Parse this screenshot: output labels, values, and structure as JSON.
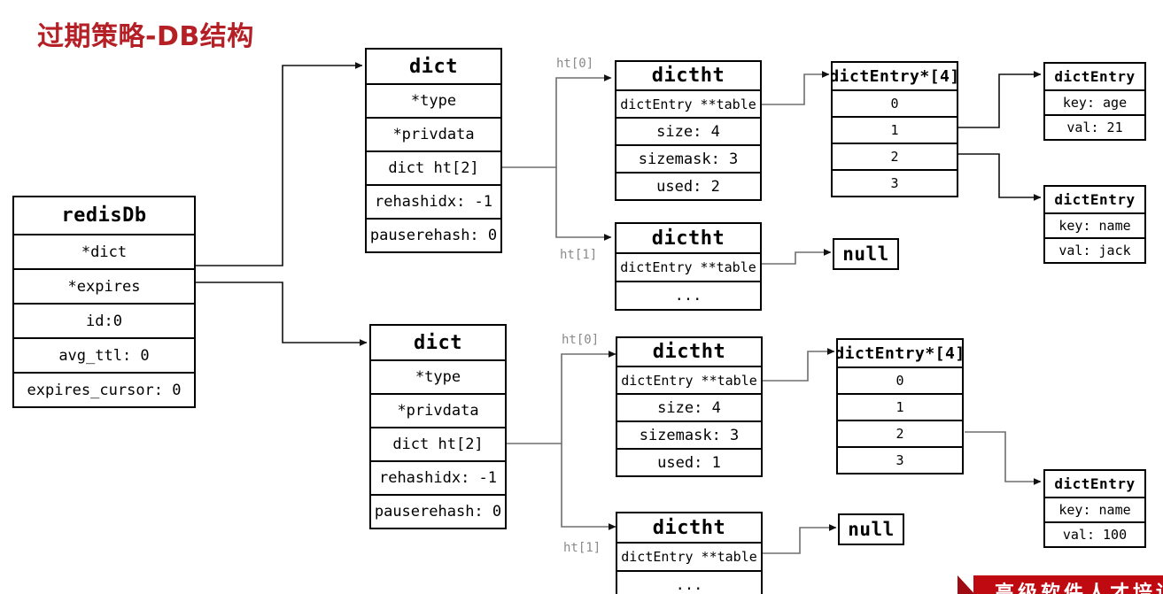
{
  "title": "过期策略-DB结构",
  "banner": {
    "text": "高级软件人才培训"
  },
  "redisdb": {
    "header": "redisDb",
    "fields": [
      "*dict",
      "*expires",
      "id:0",
      "avg_ttl: 0",
      "expires_cursor: 0"
    ]
  },
  "dict_top": {
    "header": "dict",
    "fields": [
      "*type",
      "*privdata",
      "dict ht[2]",
      "rehashidx: -1",
      "pauserehash: 0"
    ]
  },
  "dict_bottom": {
    "header": "dict",
    "fields": [
      "*type",
      "*privdata",
      "dict ht[2]",
      "rehashidx: -1",
      "pauserehash: 0"
    ]
  },
  "dictht_top_ht0": {
    "header": "dictht",
    "table": "dictEntry **table",
    "size": "size: 4",
    "sizemask": "sizemask: 3",
    "used": "used: 2"
  },
  "dictht_top_ht1": {
    "header": "dictht",
    "table": "dictEntry **table",
    "ellipsis": "..."
  },
  "dictht_bottom_ht0": {
    "header": "dictht",
    "table": "dictEntry **table",
    "size": "size: 4",
    "sizemask": "sizemask: 3",
    "used": "used: 1"
  },
  "dictht_bottom_ht1": {
    "header": "dictht",
    "table": "dictEntry **table",
    "ellipsis": "..."
  },
  "array_top": {
    "header": "dictEntry*[4]",
    "slots": [
      "0",
      "1",
      "2",
      "3"
    ]
  },
  "array_bottom": {
    "header": "dictEntry*[4]",
    "slots": [
      "0",
      "1",
      "2",
      "3"
    ]
  },
  "entry_age": {
    "header": "dictEntry",
    "key": "key: age",
    "val": "val: 21"
  },
  "entry_name_jack": {
    "header": "dictEntry",
    "key": "key: name",
    "val": "val: jack"
  },
  "entry_name_100": {
    "header": "dictEntry",
    "key": "key: name",
    "val": "val: 100"
  },
  "null_top": {
    "label": "null"
  },
  "null_bottom": {
    "label": "null"
  },
  "labels": {
    "top_ht0": "ht[0]",
    "top_ht1": "ht[1]",
    "bottom_ht0": "ht[0]",
    "bottom_ht1": "ht[1]"
  },
  "colors": {
    "title_red": "#b42025",
    "banner_red": "#c00a12",
    "line": "#6e6e6e",
    "border": "#000000"
  }
}
